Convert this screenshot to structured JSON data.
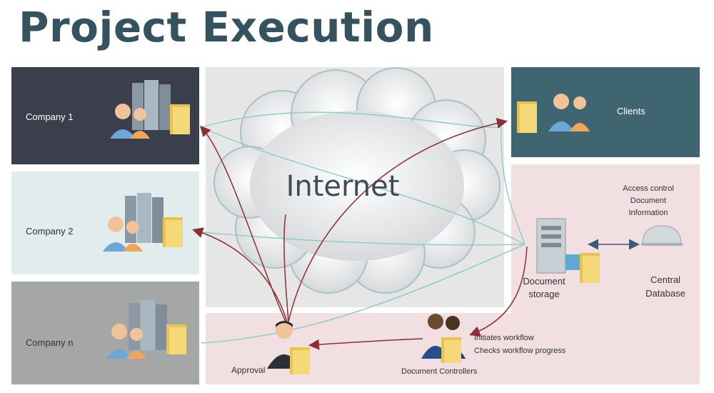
{
  "title": "Project Execution",
  "cloud_label": "Internet",
  "nodes": {
    "company1": "Company 1",
    "company2": "Company 2",
    "companyn": "Company n",
    "clients": "Clients",
    "document_storage_line1": "Document",
    "document_storage_line2": "storage",
    "central_db_line1": "Central",
    "central_db_line2": "Database",
    "db_note_line1": "Access control",
    "db_note_line2": "Document",
    "db_note_line3": "Information",
    "approval": "Approval",
    "document_controllers": "Document Controllers",
    "workflow_line1": "Initiates workflow",
    "workflow_line2": "Checks workflow progress"
  },
  "colors": {
    "title": "#35525f",
    "company1_bg": "#3b3f4b",
    "company2_bg": "#e0edec",
    "companyn_bg": "#a5a6a6",
    "clients_bg": "#3f6570",
    "pink_bg": "#f2dfe1",
    "internet_bg": "#e6e6e6",
    "red_arrow": "#8b2e35",
    "teal_line": "#8ccfc5"
  }
}
